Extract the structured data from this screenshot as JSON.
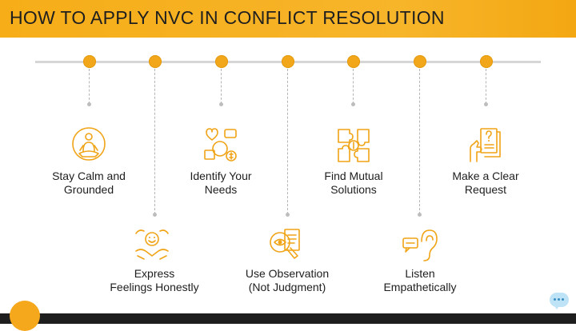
{
  "title": "HOW TO APPLY NVC IN CONFLICT RESOLUTION",
  "colors": {
    "accent": "#f2a71b",
    "footer": "#1e1e1e"
  },
  "steps": [
    {
      "label_line1": "Stay Calm and",
      "label_line2": "Grounded",
      "icon": "meditation-icon",
      "position": "above"
    },
    {
      "label_line1": "Express",
      "label_line2": "Feelings Honestly",
      "icon": "emotions-icon",
      "position": "below"
    },
    {
      "label_line1": "Identify Your",
      "label_line2": "Needs",
      "icon": "needs-icon",
      "position": "above"
    },
    {
      "label_line1": "Use Observation",
      "label_line2": "(Not Judgment)",
      "icon": "magnifier-document-icon",
      "position": "below"
    },
    {
      "label_line1": "Find Mutual",
      "label_line2": "Solutions",
      "icon": "puzzle-coin-icon",
      "position": "above"
    },
    {
      "label_line1": "Listen",
      "label_line2": "Empathetically",
      "icon": "ear-chat-icon",
      "position": "below"
    },
    {
      "label_line1": "Make a Clear",
      "label_line2": "Request",
      "icon": "request-hand-icon",
      "position": "above"
    }
  ]
}
